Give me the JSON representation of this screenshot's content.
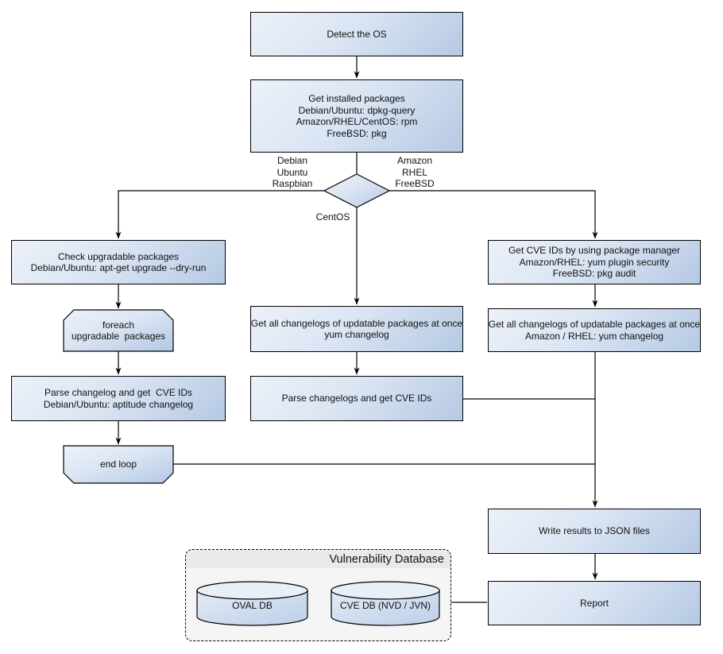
{
  "nodes": {
    "detect_os": {
      "label": "Detect the OS"
    },
    "get_installed_packages": {
      "label": "Get installed packages\nDebian/Ubuntu: dpkg-query\nAmazon/RHEL/CentOS: rpm\nFreeBSD: pkg"
    },
    "check_upgradable": {
      "label": "Check upgradable packages\nDebian/Ubuntu: apt-get upgrade --dry-run"
    },
    "foreach_loop": {
      "label": "foreach\nupgradable  packages"
    },
    "parse_changelog_deb": {
      "label": "Parse changelog and get  CVE IDs\nDebian/Ubuntu: aptitude changelog"
    },
    "end_loop": {
      "label": "end loop"
    },
    "get_changelogs_centos": {
      "label": "Get all changelogs of updatable packages at once\nyum changelog"
    },
    "parse_changelogs": {
      "label": "Parse changelogs and get CVE IDs"
    },
    "get_cve_ids_pm": {
      "label": "Get CVE IDs by using package manager\nAmazon/RHEL: yum plugin security\nFreeBSD: pkg audit"
    },
    "get_changelogs_amazon": {
      "label": "Get all changelogs of updatable packages at once\nAmazon / RHEL: yum changelog"
    },
    "write_results": {
      "label": "Write results to JSON files"
    },
    "report": {
      "label": "Report"
    }
  },
  "decision_branches": {
    "left": {
      "label": "Debian\nUbuntu\nRaspbian"
    },
    "right": {
      "label": "Amazon\nRHEL\nFreeBSD"
    },
    "down": {
      "label": "CentOS"
    }
  },
  "database": {
    "title": "Vulnerability Database",
    "cylinders": {
      "oval": {
        "label": "OVAL DB"
      },
      "cve": {
        "label": "CVE DB (NVD / JVN)"
      }
    }
  },
  "colors": {
    "node_fill_light": "#ecf1f9",
    "node_fill_dark": "#b5c9e4",
    "node_border": "#000000",
    "connector": "#000000",
    "db_panel_bg": "#f5f5f5",
    "db_header_bg": "#e9e9e9",
    "text": "#111111"
  }
}
